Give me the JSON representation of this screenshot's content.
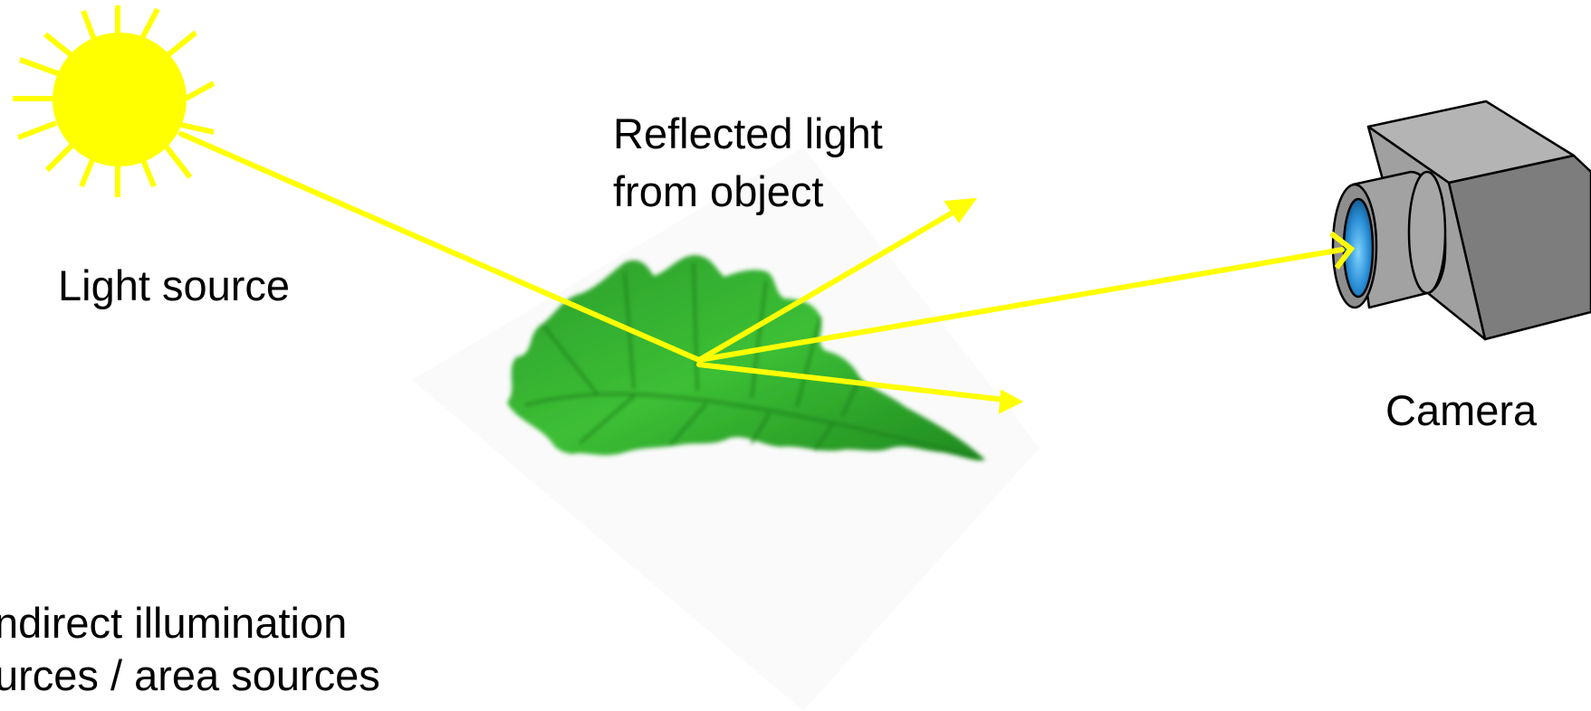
{
  "labels": {
    "light_source": "Light source",
    "reflected_line1": "Reflected light",
    "reflected_line2": "from object",
    "camera": "Camera",
    "indirect_line1": "ndirect illumination",
    "indirect_line2": "urces / area sources"
  },
  "icons": {
    "sun": "sun-icon",
    "leaf": "leaf-icon",
    "camera": "camera-icon"
  },
  "colors": {
    "light_ray": "#ffff00",
    "sun": "#ffff00",
    "leaf_dark": "#1f8a1f",
    "leaf_light": "#4fd64a",
    "camera_body": "#a9a9a9",
    "lens": "#2b8fd6"
  }
}
